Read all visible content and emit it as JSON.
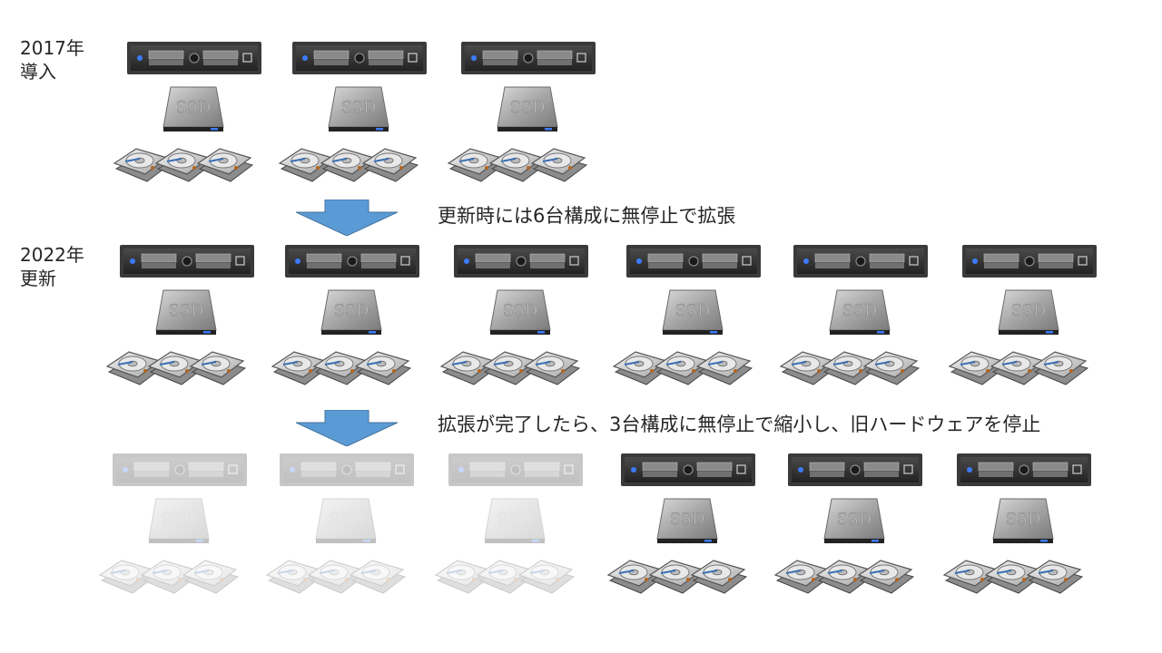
{
  "stages": [
    {
      "id": "stage-2017",
      "label": "2017年\n導入",
      "nodes": 3,
      "active_nodes": 3
    },
    {
      "id": "stage-2022",
      "label": "2022年\n更新",
      "nodes": 6,
      "active_nodes": 6
    },
    {
      "id": "stage-final",
      "label": "",
      "nodes": 6,
      "active_nodes": 3
    }
  ],
  "transitions": [
    {
      "text": "更新時には6台構成に無停止で拡張"
    },
    {
      "text": "拡張が完了したら、3台構成に無停止で縮小し、旧ハードウェアを停止"
    }
  ],
  "node_components": {
    "ssd_label": "SSD",
    "hdd_count": 3
  },
  "colors": {
    "arrow_fill": "#5b9bd5",
    "arrow_stroke": "#41719c",
    "server_frame": "#3a3a3a",
    "server_led": "#3c7bff",
    "ssd_body": "#a8a8a8",
    "hdd_body": "#d0d0d0"
  }
}
